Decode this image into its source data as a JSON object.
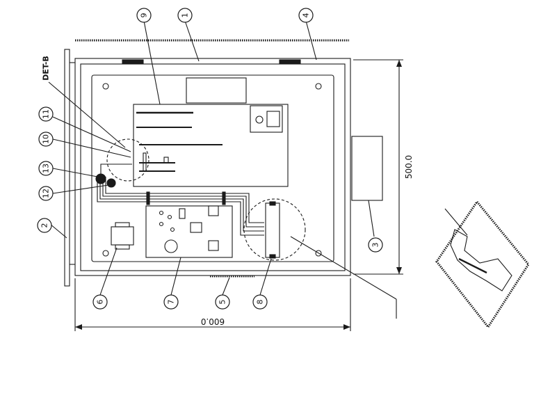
{
  "callouts": [
    "1",
    "2",
    "3",
    "4",
    "5",
    "6",
    "7",
    "8",
    "9",
    "10",
    "11",
    "12",
    "13"
  ],
  "detail_label": "DET-B",
  "dimensions": {
    "width": "600.0",
    "height": "500.0"
  },
  "colors": {
    "ink": "#1a1a1a",
    "paper": "#ffffff"
  }
}
